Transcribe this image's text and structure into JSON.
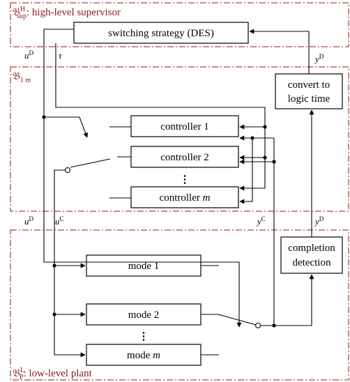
{
  "regions": {
    "supervisor": {
      "symbol": "𝔅",
      "sup": "H",
      "sub": "sup",
      "text": ": high-level supervisor"
    },
    "middle": {
      "symbol": "𝔅",
      "sub": "1 m"
    },
    "plant": {
      "symbol": "𝔅",
      "sup": "L",
      "sub": "P",
      "text": ": low-level plant"
    }
  },
  "blocks": {
    "switching_strategy": "switching strategy (DES)",
    "convert": [
      "convert to",
      "logic time"
    ],
    "completion": [
      "completion",
      "detection"
    ],
    "controller_1": "controller 1",
    "controller_2": "controller 2",
    "controller_m_prefix": "controller ",
    "controller_m_var": "m",
    "mode_1": "mode 1",
    "mode_2": "mode 2",
    "mode_m_prefix": "mode ",
    "mode_m_var": "m",
    "ellipsis": "⋮"
  },
  "signals": {
    "u_D": {
      "base": "u",
      "sup": "D"
    },
    "tau": "τ",
    "y_D": {
      "base": "y",
      "sup": "D"
    },
    "u_C": {
      "base": "u",
      "sup": "C"
    },
    "y_C": {
      "base": "y",
      "sup": "C"
    }
  },
  "colors": {
    "region_border": "#8b1a1a",
    "line": "#000000"
  }
}
